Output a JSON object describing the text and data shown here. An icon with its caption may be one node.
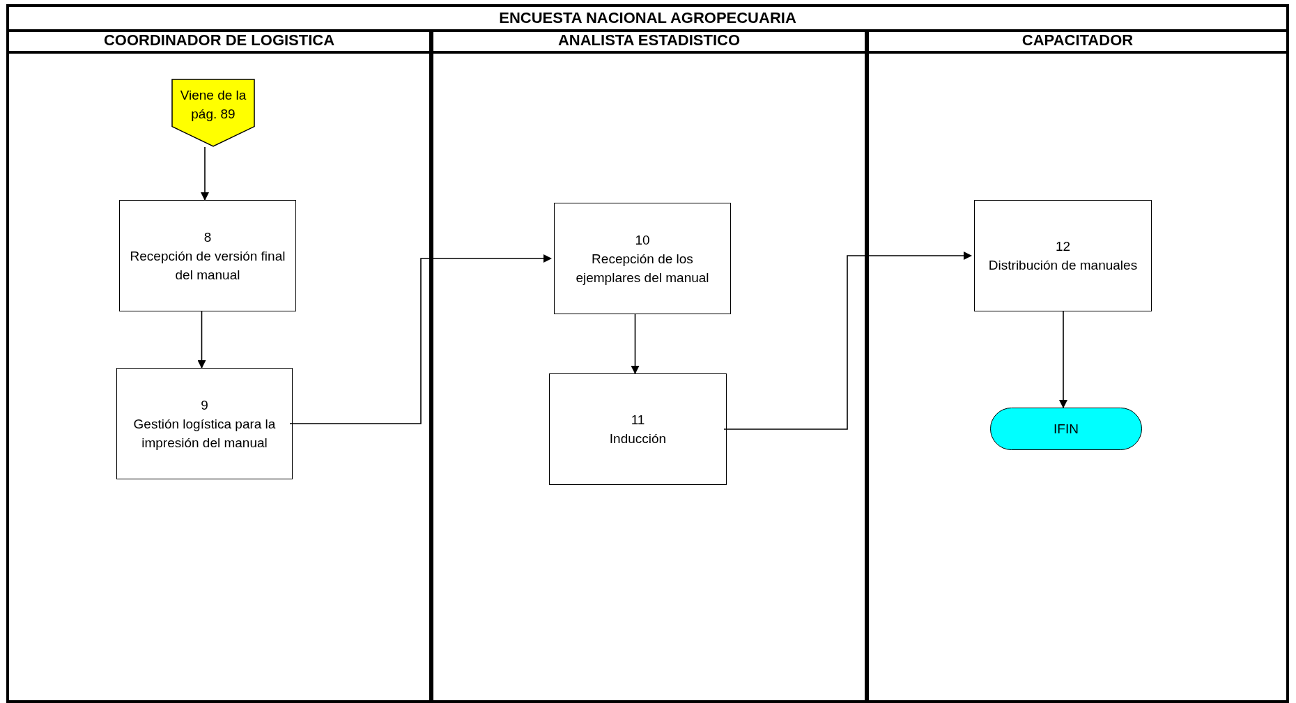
{
  "diagram": {
    "title": "ENCUESTA NACIONAL AGROPECUARIA",
    "nodes": [
      {
        "text": [
          "COORDINADOR DE LOGISTICA"
        ]
      },
      {
        "text": [
          "ANALISTA ESTADISTICO"
        ]
      },
      {
        "text": [
          "CAPACITADOR"
        ]
      },
      {
        "text": [
          "Viene de la pág. 89"
        ],
        "in": 0
      },
      {
        "text": [
          "8",
          "Recepción de versión final del manual"
        ],
        "in": 0
      },
      {
        "text": [
          "9",
          "Gestión logística para la impresión del manual"
        ],
        "in": 0
      },
      {
        "text": [
          "10",
          "Recepción de los ejemplares del manual"
        ],
        "in": 1
      },
      {
        "text": [
          "11",
          "Inducción"
        ],
        "in": 1
      },
      {
        "text": [
          "12",
          "Distribución de manuales"
        ],
        "in": 2
      },
      {
        "text": [
          "IFIN"
        ],
        "in": 2
      }
    ],
    "edges": [
      {
        "from": 3,
        "to": 4,
        "arrow": "to"
      },
      {
        "from": 4,
        "to": 5,
        "arrow": "to"
      },
      {
        "from": 5,
        "to": 6,
        "arrow": "to"
      },
      {
        "from": 6,
        "to": 7,
        "arrow": "to"
      },
      {
        "from": 7,
        "to": 8,
        "arrow": "to"
      },
      {
        "from": 8,
        "to": 9,
        "arrow": "to"
      }
    ]
  }
}
